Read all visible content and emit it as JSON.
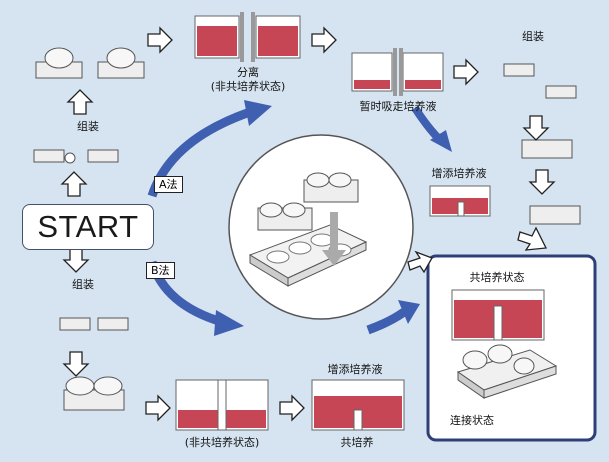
{
  "start": "START",
  "methods": {
    "a": "A法",
    "b": "B法"
  },
  "labels": {
    "separate": "分离",
    "non_coculture_state": "(非共培养状态)",
    "aspirate_medium": "暂时吸走培养液",
    "assemble": "组装",
    "add_medium": "增添培养液",
    "coculture": "共培养",
    "coculture_state": "共培养状态",
    "connected_state": "连接状态"
  },
  "colors": {
    "medium_red": "#c64655",
    "arrow_blue": "#3f5fb0",
    "panel_border": "#2e3f77",
    "background": "#d6e4f1"
  }
}
